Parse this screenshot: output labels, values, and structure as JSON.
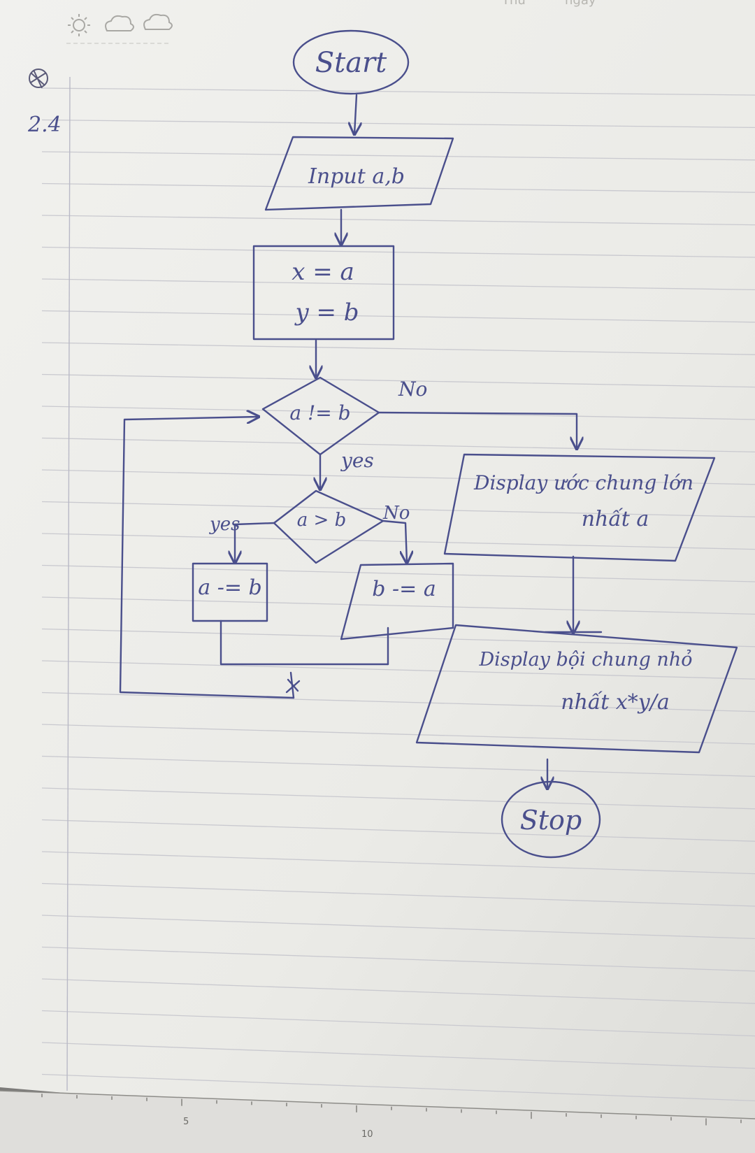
{
  "header": {
    "weekday_label": "Thứ",
    "date_label": "ngày",
    "weather_icons": [
      "sun-icon",
      "rain-cloud-icon",
      "cloud-icon"
    ]
  },
  "margin_note": {
    "number": "2.4"
  },
  "flowchart": {
    "start": "Start",
    "input": "Input a,b",
    "assign_x": "x = a",
    "assign_y": "y = b",
    "loop_condition": "a != b",
    "compare_condition": "a > b",
    "yes_label_1": "yes",
    "no_label_1": "No",
    "yes_label_2": "yes",
    "no_label_2": "No",
    "subtract_a": "a -= b",
    "subtract_b": "b -= a",
    "display_gcd_line1": "Display ước chung lớn",
    "display_gcd_line2": "nhất a",
    "display_lcm_line1": "Display bội chung nhỏ",
    "display_lcm_line2": "nhất x*y/a",
    "stop": "Stop"
  },
  "ruler": {
    "mark_5": "5",
    "mark_10": "10"
  },
  "colors": {
    "ink": "#4a4f8c",
    "paper": "#eeeeea",
    "rule_line": "#c9c9cf",
    "margin_line": "#b9b9c6",
    "background": "#7d7c7a"
  }
}
